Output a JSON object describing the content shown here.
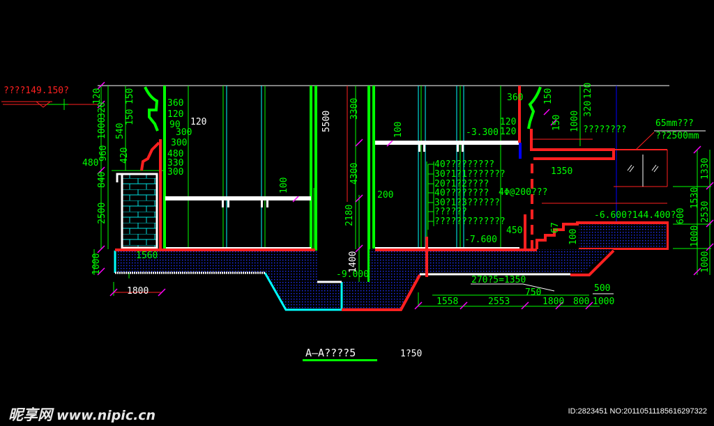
{
  "colors": {
    "green": "#00ff00",
    "red": "#ff2020",
    "white": "#ffffff",
    "cyan": "#00ffff",
    "magenta": "#ff00ff",
    "blue": "#0000ff"
  },
  "elevations": {
    "top": "????149.150?",
    "e3300": "-3.300",
    "e6600": "-6.600?144.400?",
    "e7600": "-7.600",
    "e9000": "-9.000"
  },
  "left_dims": {
    "d120": "120",
    "d320": "320",
    "d1000": "1000",
    "d960": "960",
    "d840": "840",
    "d2500": "2500",
    "d1000b": "1000",
    "d150a": "150",
    "d150b": "150",
    "d540": "540",
    "d420": "420",
    "d480": "480",
    "d360": "360",
    "d120b": "120",
    "d90": "90",
    "d120c": "120",
    "d300a": "300",
    "d300b": "300",
    "d480b": "480",
    "d330": "330",
    "d300c": "300",
    "d1560": "1560",
    "d1800": "1800"
  },
  "center_dims": {
    "d5500": "5500",
    "d3300": "3300",
    "d4300": "4300",
    "d2180": "2180",
    "d1400": "1400",
    "d100a": "100",
    "d100b": "100",
    "d200": "200"
  },
  "right_dims": {
    "d360": "360",
    "d120a": "120",
    "d120b": "120",
    "d150a": "150",
    "d150b": "150",
    "d1000": "1000",
    "d320": "320",
    "d120c": "120",
    "d1350": "1350",
    "d1330": "1330",
    "d1530": "1530",
    "d2530": "2530",
    "d600": "600",
    "d1000b": "1000",
    "d1000c": "1000",
    "d67": "67",
    "d100": "100",
    "d450": "450"
  },
  "notes": [
    "40?????????",
    "30?1?1???????",
    "20?1?2????",
    "40????????",
    "30?1?3??????",
    "??????",
    "?????????????"
  ],
  "rebar": "4Φ@200???",
  "right_labels": {
    "q": "????????",
    "glass1": "65mm???",
    "glass2": "??2500mm"
  },
  "bottom_dims": {
    "steps": "270?5=1350",
    "d750": "750",
    "d500": "500",
    "d1558": "1558",
    "d2553": "2553",
    "d1800": "1800",
    "d800": "800",
    "d1000": "1000"
  },
  "title": {
    "name": "A—A????5",
    "scale": "1?50"
  },
  "watermark": {
    "logo": "昵享网",
    "site": "www.nipic.cn",
    "id": "ID:2823451 NO:20110511185616297322"
  }
}
